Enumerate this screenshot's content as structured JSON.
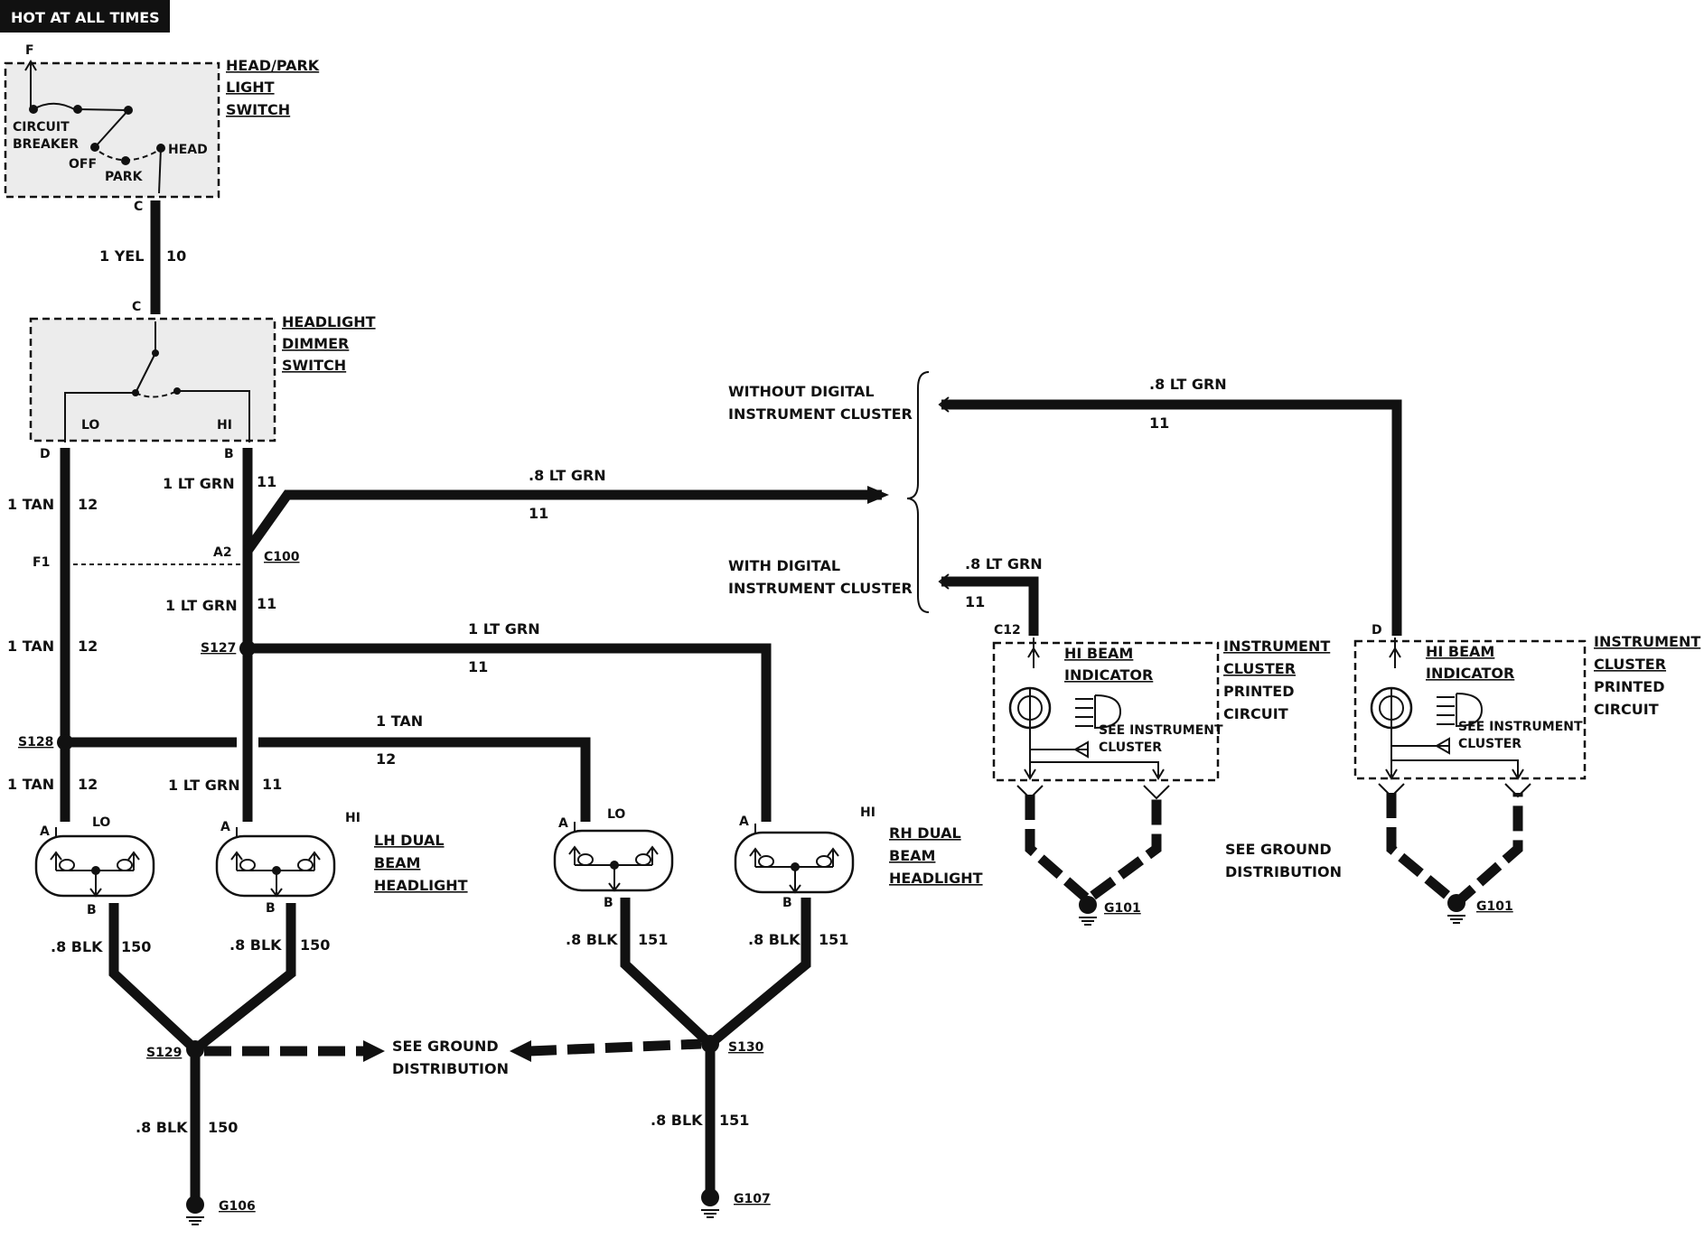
{
  "banner": "HOT AT ALL TIMES",
  "components": {
    "head_park_switch": {
      "title": [
        "HEAD/PARK",
        "LIGHT",
        "SWITCH"
      ],
      "pin_top": "F",
      "pin_bottom": "C",
      "circuit_breaker": [
        "CIRCUIT",
        "BREAKER"
      ],
      "off": "OFF",
      "park": "PARK",
      "head": "HEAD"
    },
    "dimmer_switch": {
      "title": [
        "HEADLIGHT",
        "DIMMER",
        "SWITCH"
      ],
      "pin_top": "C",
      "lo": "LO",
      "hi": "HI",
      "pin_d": "D",
      "pin_b": "B"
    },
    "lh_headlight": {
      "title": [
        "LH DUAL",
        "BEAM",
        "HEADLIGHT"
      ],
      "lo": "LO",
      "hi": "HI"
    },
    "rh_headlight": {
      "title": [
        "RH DUAL",
        "BEAM",
        "HEADLIGHT"
      ],
      "lo": "LO",
      "hi": "HI"
    },
    "cluster_a": {
      "title": [
        "INSTRUMENT",
        "CLUSTER",
        "PRINTED",
        "CIRCUIT"
      ],
      "indicator": [
        "HI BEAM",
        "INDICATOR"
      ],
      "see": [
        "SEE INSTRUMENT",
        "CLUSTER"
      ],
      "connector": "C12"
    },
    "cluster_b": {
      "title": [
        "INSTRUMENT",
        "CLUSTER",
        "PRINTED",
        "CIRCUIT"
      ],
      "indicator": [
        "HI BEAM",
        "INDICATOR"
      ],
      "see": [
        "SEE INSTRUMENT",
        "CLUSTER"
      ],
      "connector": "D"
    }
  },
  "wires": {
    "yel": {
      "gauge": "1 YEL",
      "circuit": "10"
    },
    "tan": {
      "gauge": "1 TAN",
      "circuit": "12"
    },
    "ltgrn": {
      "gauge": "1 LT GRN",
      "circuit": "11"
    },
    "ltgrn_small": {
      "gauge": ".8 LT GRN",
      "circuit": "11"
    },
    "blk150": {
      "gauge": ".8 BLK",
      "circuit": "150"
    },
    "blk151": {
      "gauge": ".8 BLK",
      "circuit": "151"
    }
  },
  "connectors": {
    "c100": "C100",
    "f1": "F1",
    "a2": "A2",
    "a": "A",
    "b": "B"
  },
  "splices": {
    "s127": "S127",
    "s128": "S128",
    "s129": "S129",
    "s130": "S130"
  },
  "grounds": {
    "g106": "G106",
    "g107": "G107",
    "g101": "G101"
  },
  "notes": {
    "without_digital": [
      "WITHOUT DIGITAL",
      "INSTRUMENT CLUSTER"
    ],
    "with_digital": [
      "WITH DIGITAL",
      "INSTRUMENT CLUSTER"
    ],
    "see_ground": [
      "SEE GROUND",
      "DISTRIBUTION"
    ]
  }
}
